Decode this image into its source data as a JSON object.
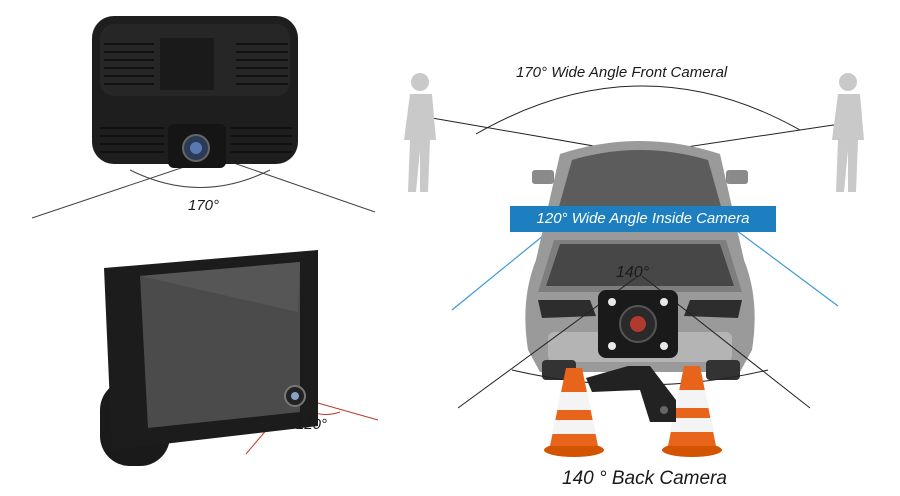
{
  "labels": {
    "front_camera": "170° Wide Angle Front Cameral",
    "front_angle": "170°",
    "inside_camera": "120° Wide Angle Inside Camera",
    "inside_angle": "120°",
    "back_angle": "140°",
    "back_camera": "140 ° Back Camera"
  },
  "colors": {
    "inside_banner": "#1d7ec0",
    "inside_rays": "#3d9ad6",
    "cabin_rays": "#c0392b",
    "cone_orange": "#e8641b",
    "device_body": "#1c1c1c"
  }
}
